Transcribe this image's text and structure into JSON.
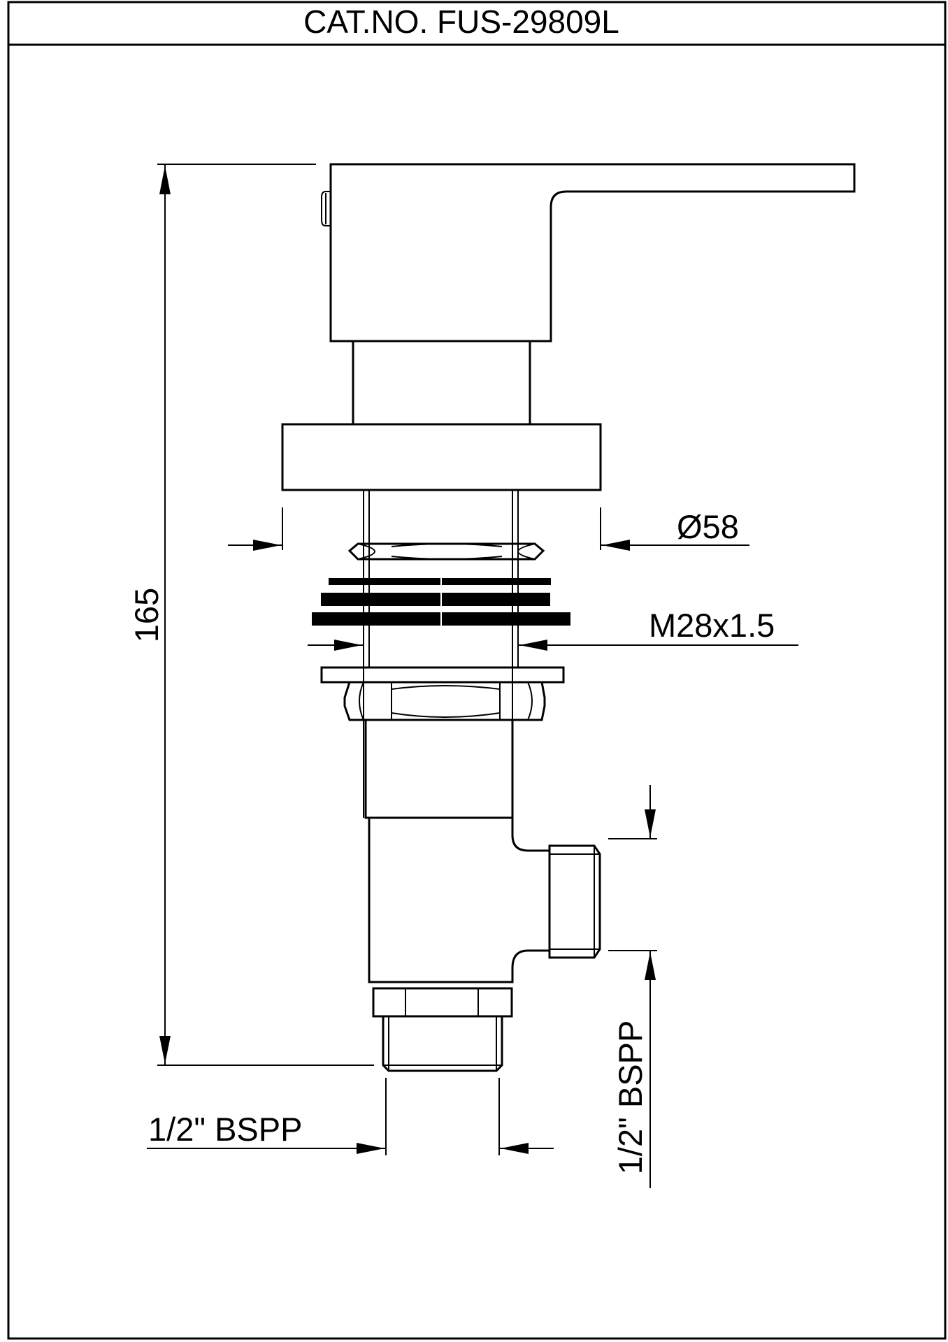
{
  "title": "CAT.NO. FUS-29809L",
  "dimensions": {
    "height": "165",
    "flange_diameter": "Ø58",
    "thread": "M28x1.5",
    "bottom_connection": "1/2\" BSPP",
    "side_connection": "1/2\" BSPP"
  },
  "colors": {
    "line": "#000000",
    "background": "#ffffff"
  }
}
